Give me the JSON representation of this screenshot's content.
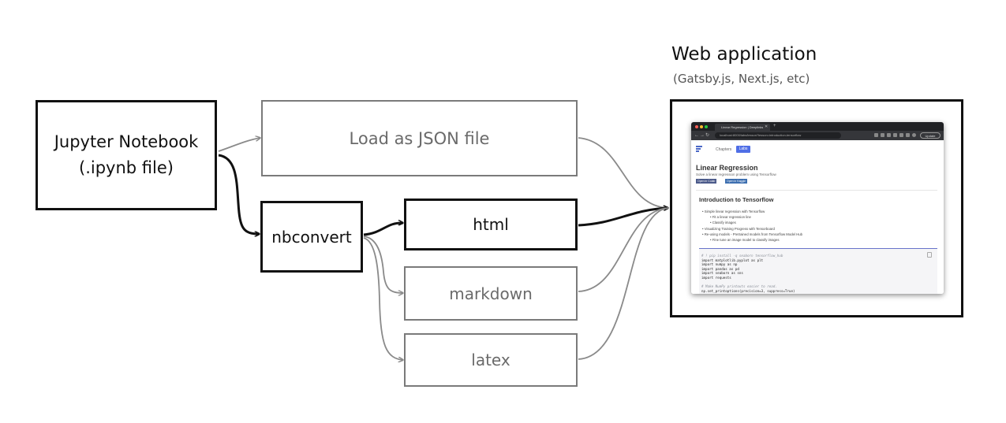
{
  "nodes": {
    "jupyter": {
      "line1": "Jupyter Notebook",
      "line2": "(.ipynb file)"
    },
    "load_json": "Load as JSON file",
    "nbconvert": "nbconvert",
    "html": "html",
    "markdown": "markdown",
    "latex": "latex"
  },
  "webapp": {
    "title": "Web application",
    "subtitle": "(Gatsby.js, Next.js, etc)"
  },
  "colors": {
    "dark": "#111111",
    "grey": "#8a8a8a"
  },
  "browser": {
    "tab_title": "Linear Regression | Deeplinks",
    "url": "localhost:8000/labs/lesson?lesson=introduction-tensorflow",
    "update_label": "Update",
    "nav": {
      "chapters": "Chapters",
      "labs": "Labs"
    },
    "lesson_title": "Linear Regression",
    "lesson_subtitle": "Solve a linear regression problem using Tensorflow",
    "badges": [
      "Open in Colab",
      "Open in Kaggle"
    ],
    "section_title": "Introduction to Tensorflow",
    "toc": [
      {
        "text": "Simple linear regression with Tensorflow",
        "level": 1
      },
      {
        "text": "Fit a linear regression line",
        "level": 2
      },
      {
        "text": "Classify images",
        "level": 2
      },
      {
        "text": "Visualizing Training Progress with Tensorboard",
        "level": 1
      },
      {
        "text": "Re-using models - Pretrained models from Tensorflow Model Hub",
        "level": 1
      },
      {
        "text": "Fine tune an image model to classify images",
        "level": 2
      }
    ],
    "code": [
      {
        "text": "# ! pip install -q seaborn tensorflow_hub",
        "comment": true
      },
      {
        "text": "import matplotlib.pyplot as plt",
        "comment": false
      },
      {
        "text": "import numpy as np",
        "comment": false
      },
      {
        "text": "import pandas as pd",
        "comment": false
      },
      {
        "text": "import seaborn as sns",
        "comment": false
      },
      {
        "text": "import requests",
        "comment": false
      },
      {
        "text": "",
        "comment": false
      },
      {
        "text": "# Make NumPy printouts easier to read.",
        "comment": true
      },
      {
        "text": "np.set_printoptions(precision=3, suppress=True)",
        "comment": false
      }
    ]
  }
}
